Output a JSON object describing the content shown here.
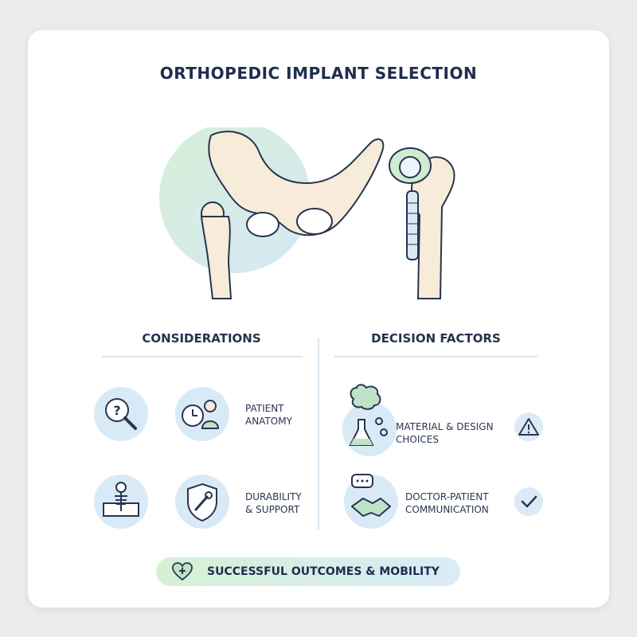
{
  "title": "ORTHOPEDIC IMPLANT SELECTION",
  "considerations": {
    "heading": "CONSIDERATIONS",
    "items": [
      {
        "icon": "magnifier-question-icon"
      },
      {
        "icon": "clock-patient-icon",
        "label_lines": [
          "PATIENT",
          "ANATOMY"
        ]
      },
      {
        "icon": "skeleton-xray-icon"
      },
      {
        "icon": "shield-wrench-icon",
        "label_lines": [
          "DURABILITY",
          "& SUPPORT"
        ]
      }
    ]
  },
  "decision_factors": {
    "heading": "DECISION FACTORS",
    "items": [
      {
        "icon": "brain-flask-icon",
        "label_lines": [
          "MATERIAL & DESIGN",
          "CHOICES"
        ],
        "status_icon": "warning-triangle-icon"
      },
      {
        "icon": "handshake-chat-icon",
        "label_lines": [
          "DOCTOR-PATIENT",
          "COMMUNICATION"
        ],
        "status_icon": "checkmark-icon"
      }
    ]
  },
  "footer": {
    "label": "SUCCESSFUL OUTCOMES & MOBILITY",
    "icon": "heart-plus-icon"
  },
  "colors": {
    "accent_blue": "#d9eaf7",
    "accent_green": "#d6f0d4",
    "text_dark": "#1f2d4d",
    "bone": "#f6ecd9"
  }
}
